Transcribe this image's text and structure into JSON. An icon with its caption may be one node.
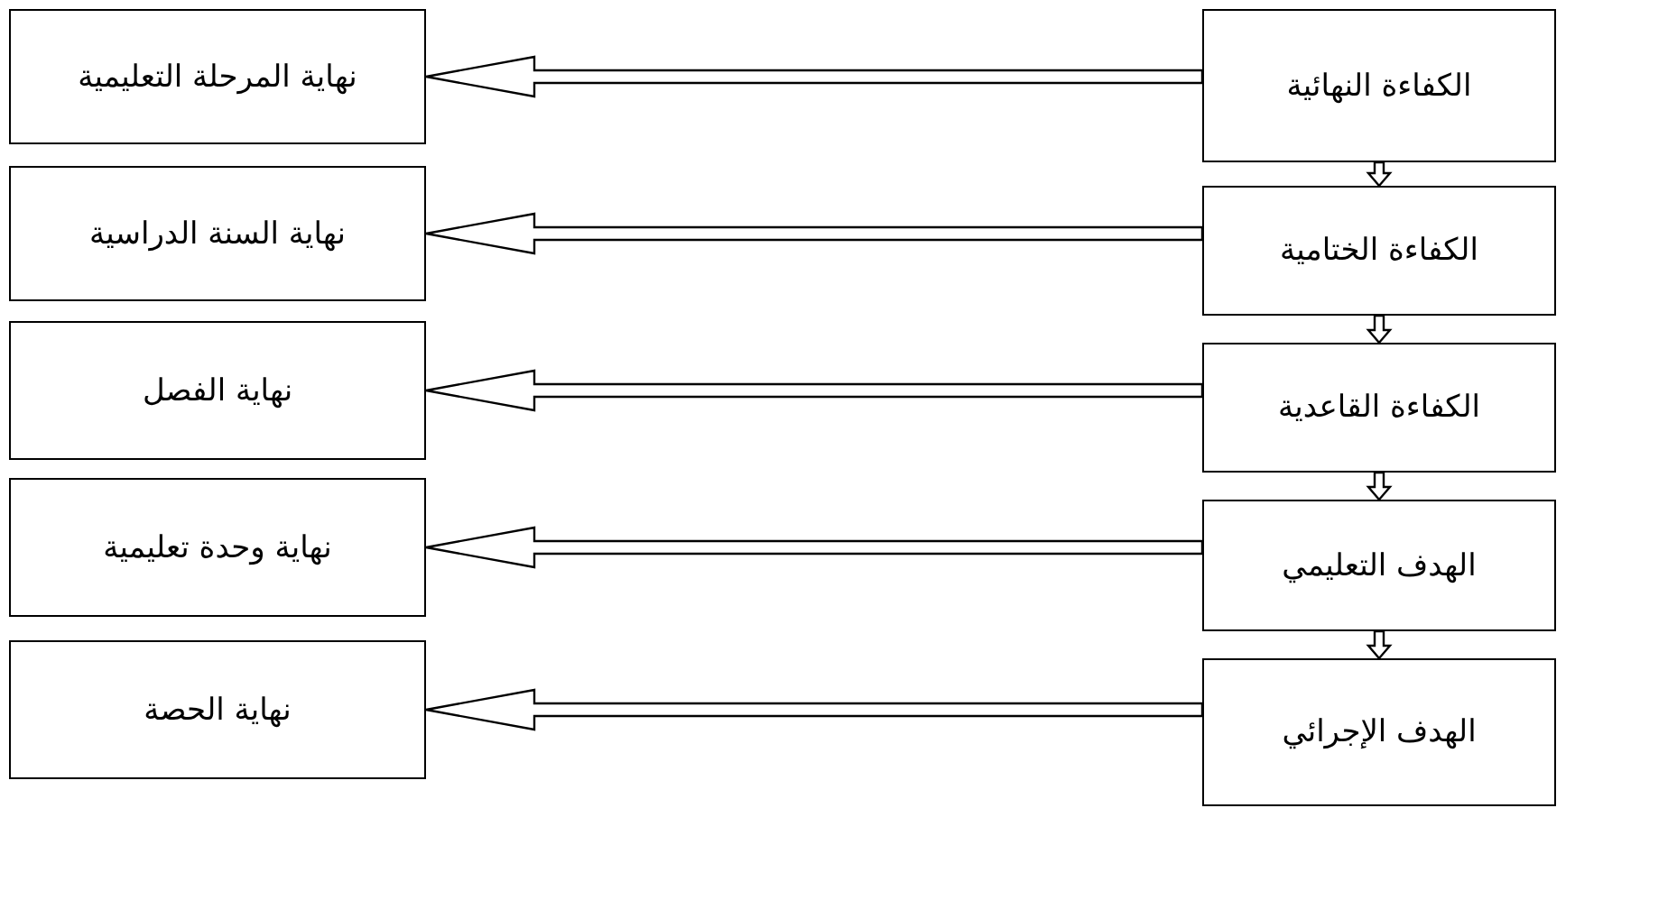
{
  "diagram": {
    "nodes": [
      {
        "text": [
          "الكفاءة النهائية"
        ]
      },
      {
        "text": [
          "الكفاءة الختامية"
        ]
      },
      {
        "text": [
          "الكفاءة القاعدية"
        ]
      },
      {
        "text": [
          "الهدف التعليمي"
        ]
      },
      {
        "text": [
          "الهدف الإجرائي"
        ]
      },
      {
        "text": [
          "نهاية المرحلة التعليمية"
        ]
      },
      {
        "text": [
          "نهاية السنة الدراسية"
        ]
      },
      {
        "text": [
          "نهاية الفصل"
        ]
      },
      {
        "text": [
          "نهاية وحدة تعليمية"
        ]
      },
      {
        "text": [
          "نهاية الحصة"
        ]
      }
    ],
    "edges": [
      {
        "from": 0,
        "to": 5,
        "arrow": "to"
      },
      {
        "from": 0,
        "to": 1,
        "arrow": "to"
      },
      {
        "from": 1,
        "to": 6,
        "arrow": "to"
      },
      {
        "from": 1,
        "to": 2,
        "arrow": "to"
      },
      {
        "from": 2,
        "to": 7,
        "arrow": "to"
      },
      {
        "from": 2,
        "to": 3,
        "arrow": "to"
      },
      {
        "from": 3,
        "to": 8,
        "arrow": "to"
      },
      {
        "from": 3,
        "to": 4,
        "arrow": "to"
      },
      {
        "from": 4,
        "to": 9,
        "arrow": "to"
      }
    ]
  }
}
